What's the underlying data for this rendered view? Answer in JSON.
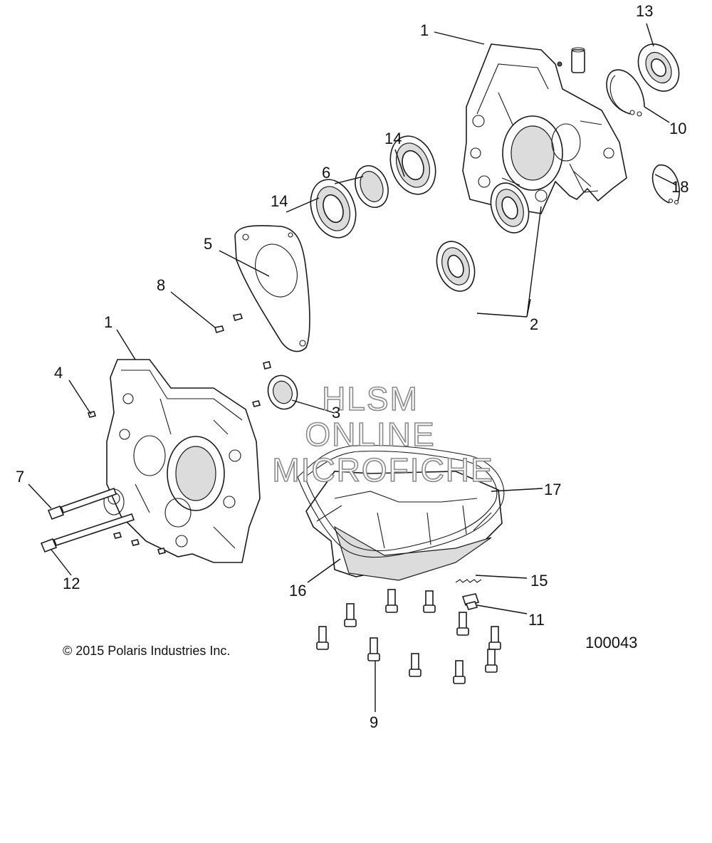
{
  "watermark": {
    "line1": "HLSM",
    "line2": "ONLINE",
    "line3": "MICROFICHE"
  },
  "copyright": "© 2015 Polaris Industries Inc.",
  "diagram_number": "100043",
  "callouts": {
    "c1a": "1",
    "c13": "13",
    "c10": "10",
    "c18": "18",
    "c14a": "14",
    "c6": "6",
    "c14b": "14",
    "c5": "5",
    "c8": "8",
    "c2": "2",
    "c1b": "1",
    "c4": "4",
    "c3": "3",
    "c7": "7",
    "c12": "12",
    "c17": "17",
    "c16": "16",
    "c15": "15",
    "c11": "11",
    "c9": "9"
  }
}
